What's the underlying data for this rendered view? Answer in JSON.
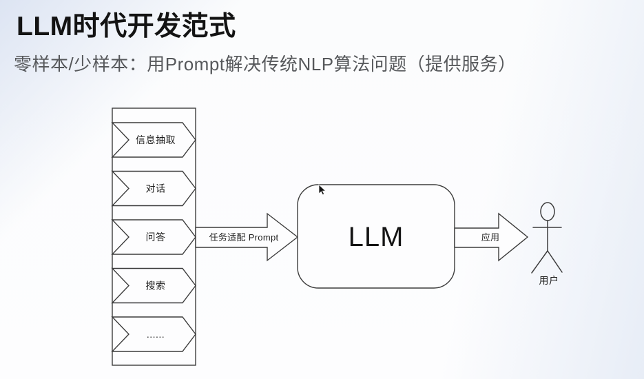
{
  "slide": {
    "title": "LLM时代开发范式",
    "subtitle": "零样本/少样本：用Prompt解决传统NLP算法问题（提供服务）"
  },
  "diagram": {
    "tasks": [
      {
        "label": "信息抽取"
      },
      {
        "label": "对话"
      },
      {
        "label": "问答"
      },
      {
        "label": "搜索"
      },
      {
        "label": "......"
      }
    ],
    "prompt_arrow_label": "任务适配 Prompt",
    "llm_label": "LLM",
    "apply_arrow_label": "应用",
    "user_label": "用户"
  },
  "colors": {
    "line": "#3c3c3c",
    "title_text": "#131313",
    "subtitle_text": "#56585b",
    "corner_tint": "#dde4f1"
  }
}
